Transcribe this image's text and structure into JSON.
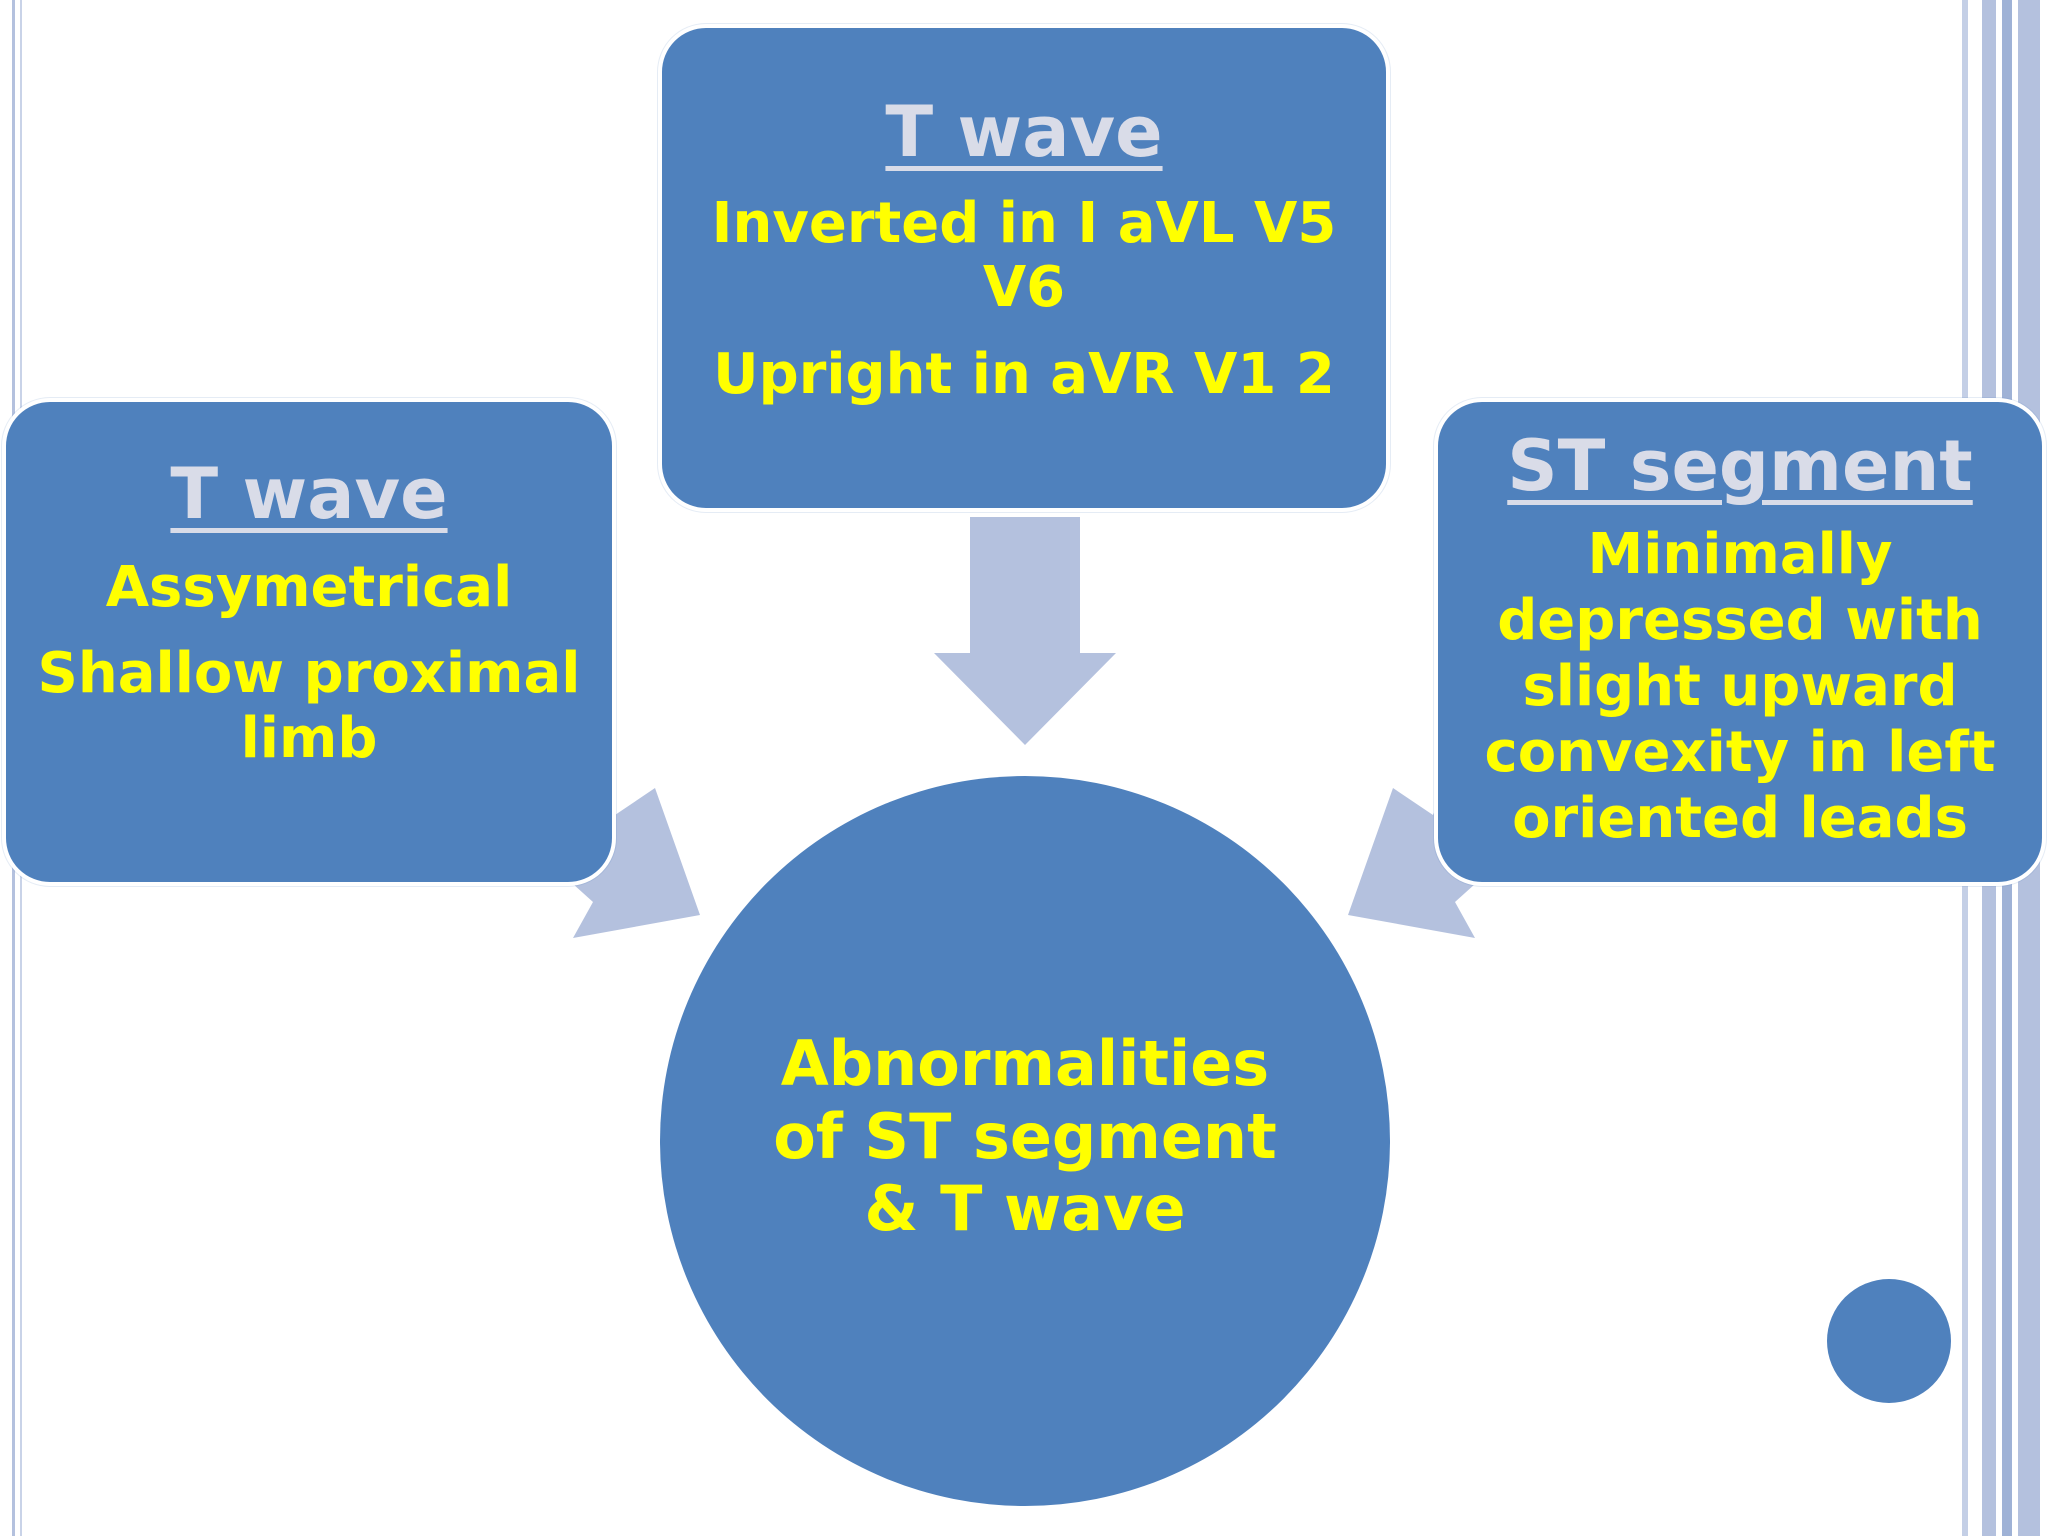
{
  "diagram": {
    "center": {
      "label": "Abnormalities\nof ST segment\n& T wave"
    },
    "nodes": {
      "top": {
        "title": "T wave",
        "lines": [
          "Inverted in I aVL V5",
          "V6",
          "Upright in aVR V1 2"
        ]
      },
      "left": {
        "title": "T wave",
        "lines": [
          "Assymetrical",
          "Shallow proximal",
          "limb"
        ]
      },
      "right": {
        "title": "ST segment",
        "lines": [
          "Minimally",
          "depressed with",
          "slight upward",
          "convexity in left",
          "oriented leads"
        ]
      }
    }
  },
  "colors": {
    "shape_fill": "#4f81bd",
    "title_text": "#d9dce8",
    "body_text": "#ffff00",
    "arrow_fill": "#b4c1de",
    "border_lines": "#b4c1de"
  }
}
